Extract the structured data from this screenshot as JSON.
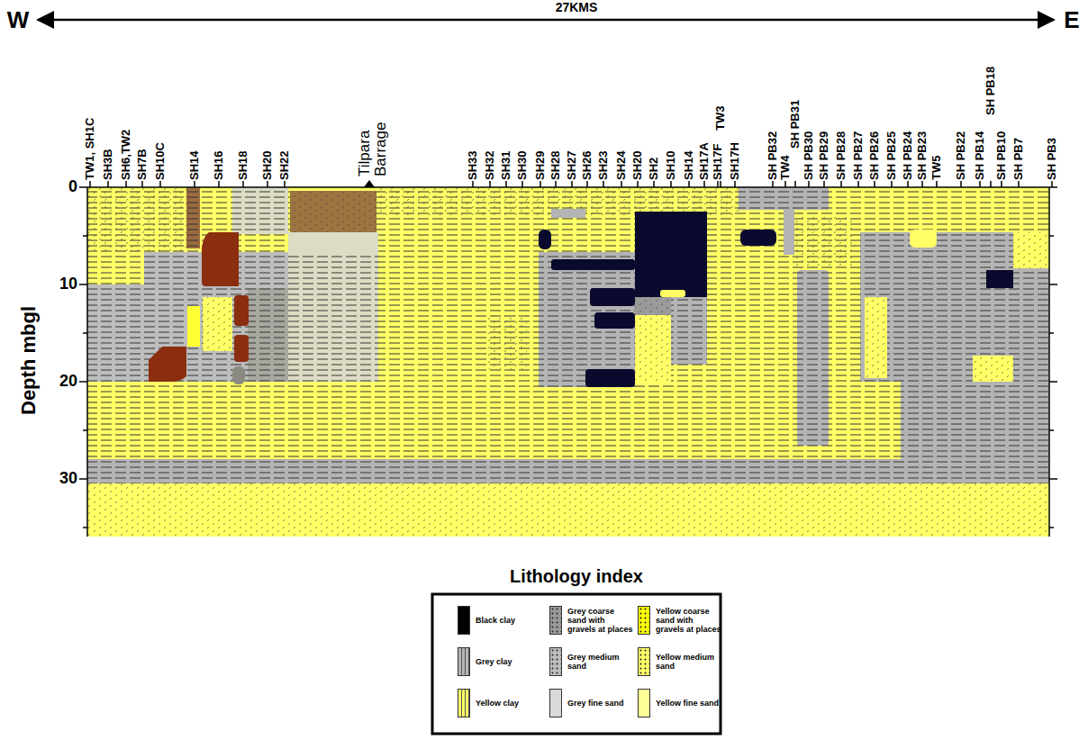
{
  "diagram": {
    "labels": [
      "W",
      "27KMS",
      "E",
      "TW1, SH1C",
      "SH3B",
      "SH6,TW2",
      "SH7B",
      "SH10C",
      "SH14",
      "SH16",
      "SH18",
      "SH20",
      "SH22",
      "Tilpara Barrage",
      "SH33",
      "SH32",
      "SH31",
      "SH30",
      "SH29",
      "SH28",
      "SH27",
      "SH26",
      "SH23",
      "SH24",
      "SH20",
      "SH2",
      "SH10",
      "SH14",
      "SH17A",
      "TW3",
      "SH17F",
      "SH17H",
      "SH PB32",
      "TW4",
      "SH PB31",
      "SH PB30",
      "SH PB29",
      "SH PB28",
      "SH PB27",
      "SH PB26",
      "SH PB25",
      "SH PB24",
      "SH PB23",
      "TW5",
      "SH PB22",
      "SH PB18",
      "SH PB14",
      "SH PB10",
      "SH PB7",
      "SH PB3",
      "0",
      "10",
      "20",
      "30",
      "Depth mbgl",
      "Lithology index"
    ],
    "legend": [
      {
        "text": "Black clay",
        "color": "#000000"
      },
      {
        "text": "Grey clay",
        "color": "#b4b4b4"
      },
      {
        "text": "Yellow clay",
        "color": "#ffff66"
      },
      {
        "text": "Grey coarse sand with gravels at places",
        "color": "#9a9a9a"
      },
      {
        "text": "Grey medium sand",
        "color": "#bdbdbd"
      },
      {
        "text": "Grey fine sand",
        "color": "#d9d9d9"
      },
      {
        "text": "Yellow coarse sand with gravels at places",
        "color": "#ffff00"
      },
      {
        "text": "Yellow medium sand",
        "color": "#ffff66"
      },
      {
        "text": "Yellow fine sand",
        "color": "#ffff99"
      }
    ]
  }
}
